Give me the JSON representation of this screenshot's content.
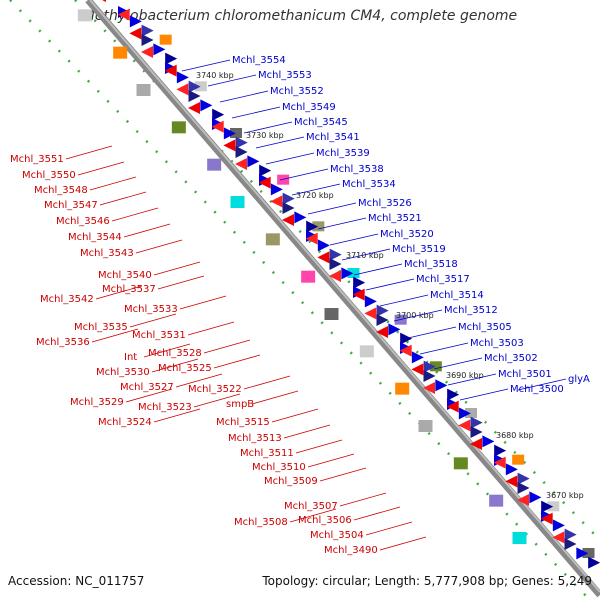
{
  "title": "Methylobacterium chloromethanicum CM4, complete genome",
  "accession": "Accession: NC_011757",
  "summary": "Topology: circular; Length: 5,777,908 bp; Genes: 5,249",
  "colors": {
    "forward_label": "#0000cc",
    "reverse_label": "#cc0000",
    "backbone": "#888888",
    "tick_marks": "#44aa44"
  },
  "kbp_ticks": [
    "3740 kbp",
    "3730 kbp",
    "3720 kbp",
    "3710 kbp",
    "3700 kbp",
    "3690 kbp",
    "3680 kbp",
    "3670 kbp"
  ],
  "forward_labels": [
    "Mchl_3554",
    "Mchl_3553",
    "Mchl_3552",
    "Mchl_3549",
    "Mchl_3545",
    "Mchl_3541",
    "Mchl_3539",
    "Mchl_3538",
    "Mchl_3534",
    "Mchl_3526",
    "Mchl_3521",
    "Mchl_3520",
    "Mchl_3519",
    "Mchl_3518",
    "Mchl_3517",
    "Mchl_3514",
    "Mchl_3512",
    "Mchl_3505",
    "Mchl_3503",
    "Mchl_3502",
    "Mchl_3501",
    "Mchl_3500",
    "glyA"
  ],
  "reverse_labels": [
    "Mchl_3551",
    "Mchl_3550",
    "Mchl_3548",
    "Mchl_3547",
    "Mchl_3546",
    "Mchl_3544",
    "Mchl_3543",
    "Mchl_3540",
    "Mchl_3537",
    "Mchl_3542",
    "Mchl_3533",
    "Mchl_3535",
    "Mchl_3531",
    "Mchl_3536",
    "Int",
    "Mchl_3528",
    "Mchl_3530",
    "Mchl_3525",
    "Mchl_3527",
    "Mchl_3529",
    "Mchl_3522",
    "Mchl_3523",
    "Mchl_3524",
    "smpB",
    "Mchl_3515",
    "Mchl_3513",
    "Mchl_3511",
    "Mchl_3510",
    "Mchl_3509",
    "Mchl_3507",
    "Mchl_3506",
    "Mchl_3508",
    "Mchl_3504",
    "Mchl_3490"
  ]
}
